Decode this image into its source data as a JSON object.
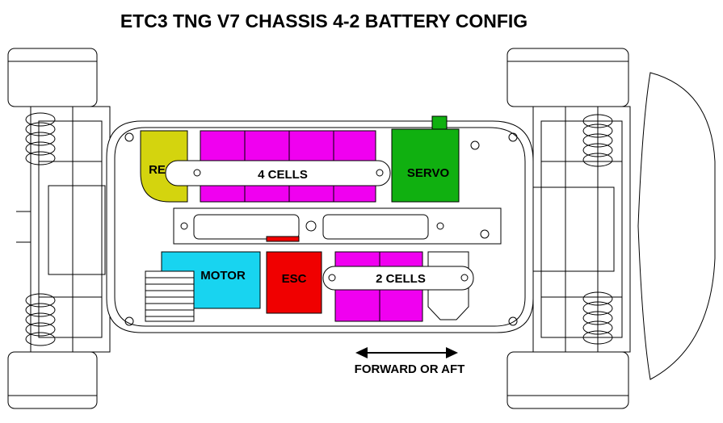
{
  "title": "ETC3 TNG V7 CHASSIS 4-2 BATTERY CONFIG",
  "components": {
    "receiver": {
      "label": "REC.",
      "color": "#d4d40e"
    },
    "four_cells": {
      "label": "4 CELLS",
      "color": "#f000f0"
    },
    "servo": {
      "label": "SERVO",
      "color": "#10b010"
    },
    "motor": {
      "label": "MOTOR",
      "color": "#18d4f0"
    },
    "esc": {
      "label": "ESC",
      "color": "#f00000"
    },
    "two_cells": {
      "label": "2 CELLS",
      "color": "#f000f0"
    }
  },
  "direction": {
    "label": "FORWARD OR AFT"
  }
}
